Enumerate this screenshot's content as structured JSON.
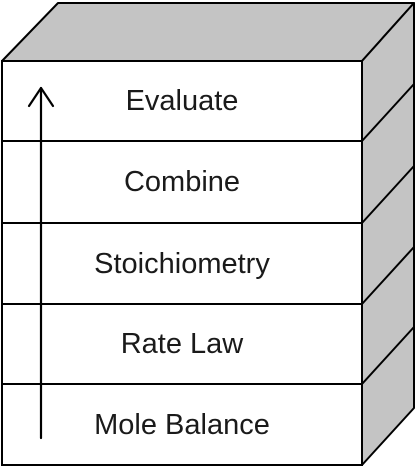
{
  "diagram": {
    "layers": [
      {
        "label": "Evaluate"
      },
      {
        "label": "Combine"
      },
      {
        "label": "Stoichiometry"
      },
      {
        "label": "Rate Law"
      },
      {
        "label": "Mole Balance"
      }
    ],
    "colors": {
      "face": "#ffffff",
      "side": "#c4c4c4",
      "top": "#c4c4c4",
      "outline": "#000000",
      "text": "#1a1a1a"
    },
    "arrow_direction": "up"
  }
}
